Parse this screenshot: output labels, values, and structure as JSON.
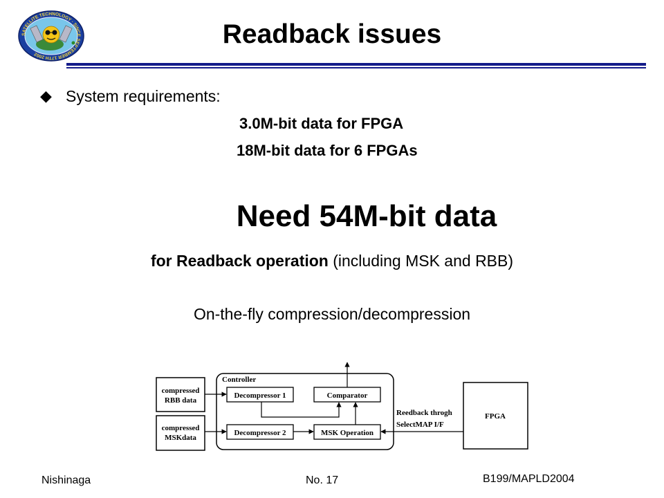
{
  "slide": {
    "title": "Readback issues",
    "bullet_label": "System requirements:",
    "requirements": [
      "3.0M-bit data for FPGA",
      "18M-bit data for 6 FPGAs"
    ],
    "need_text": "Need 54M-bit data",
    "readback_bold": "for Readback operation",
    "readback_rest": " (including MSK and RBB)",
    "compression_text": "On-the-fly compression/decompression"
  },
  "logo": {
    "icon": "satellite-emblem-icon",
    "ring_text": "SATELLITE TECHNOLOGY · SINCE SEPTEMBER 17TH 2002"
  },
  "diagram": {
    "compressed_rbb": [
      "compressed",
      "RBB  data"
    ],
    "compressed_msk": [
      "compressed",
      "MSKdata"
    ],
    "controller_label": "Controller",
    "decompressor1": "Decompressor 1",
    "decompressor2": "Decompressor 2",
    "comparator": "Comparator",
    "msk_operation": "MSK Operation",
    "readback_label": [
      "Reedback throgh",
      "SelectMAP I/F"
    ],
    "fpga": "FPGA"
  },
  "footer": {
    "author": "Nishinaga",
    "page": "No. 17",
    "reference": "B199/MAPLD2004"
  },
  "colors": {
    "rule": "#141b8a",
    "text": "#000000",
    "background": "#ffffff"
  }
}
